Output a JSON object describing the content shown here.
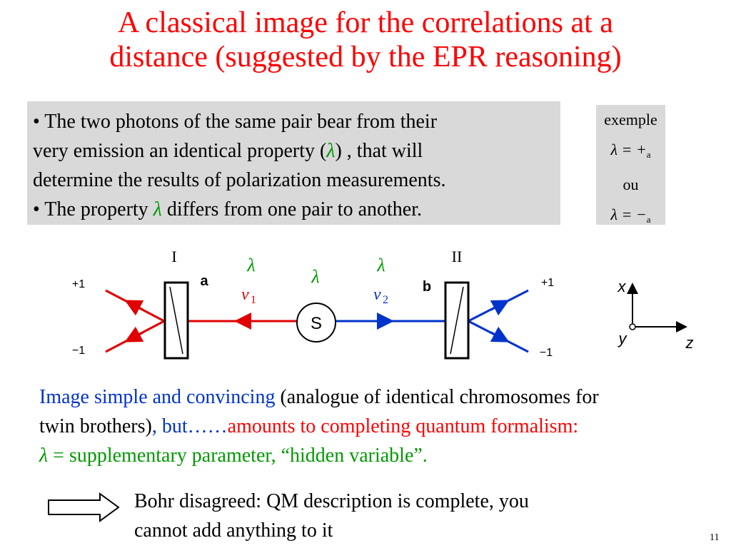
{
  "title_line1": "A classical image for the correlations at a",
  "title_line2": "distance (suggested by the EPR reasoning)",
  "box": {
    "l1": "• The two photons of the same pair bear from their",
    "l2a": "very emission an identical property (",
    "l2_lambda": "λ",
    "l2b": ") , that will",
    "l3": "determine the results of polarization measurements.",
    "l4a": "• The property ",
    "l4_lambda": "λ",
    "l4b": " differs from one pair to another."
  },
  "example": {
    "label": "exemple",
    "eq1": "λ = +",
    "eq1_sub": "a",
    "or": "ou",
    "eq2": "λ = −",
    "eq2_sub": "a"
  },
  "diagram": {
    "polarizer_left": "I",
    "polarizer_right": "II",
    "label_a": "a",
    "label_b": "b",
    "plus_left": "+1",
    "minus_left": "−1",
    "plus_right": "+1",
    "minus_right": "−1",
    "lambda_left": "λ",
    "lambda_center": "λ",
    "lambda_right": "λ",
    "nu1": "ν",
    "nu1_sub": "1",
    "nu2": "ν",
    "nu2_sub": "2",
    "source": "S",
    "axis_x": "x",
    "axis_y": "y",
    "axis_z": "z",
    "colors": {
      "photon1": "#e00000",
      "photon2": "#0033cc",
      "lambda": "#009900"
    }
  },
  "bottom": {
    "s1": "Image simple and convincing",
    "s2": " (analogue of identical chromosomes for",
    "s3": "twin brothers)",
    "s4": ", but……",
    "s5": "amounts to completing quantum formalism:",
    "s6_lambda": "λ",
    "s6": " = supplementary parameter, “hidden variable”."
  },
  "bohr": {
    "l1": "Bohr disagreed: QM description is complete, you",
    "l2": "cannot add anything to it"
  },
  "page_number": "11"
}
